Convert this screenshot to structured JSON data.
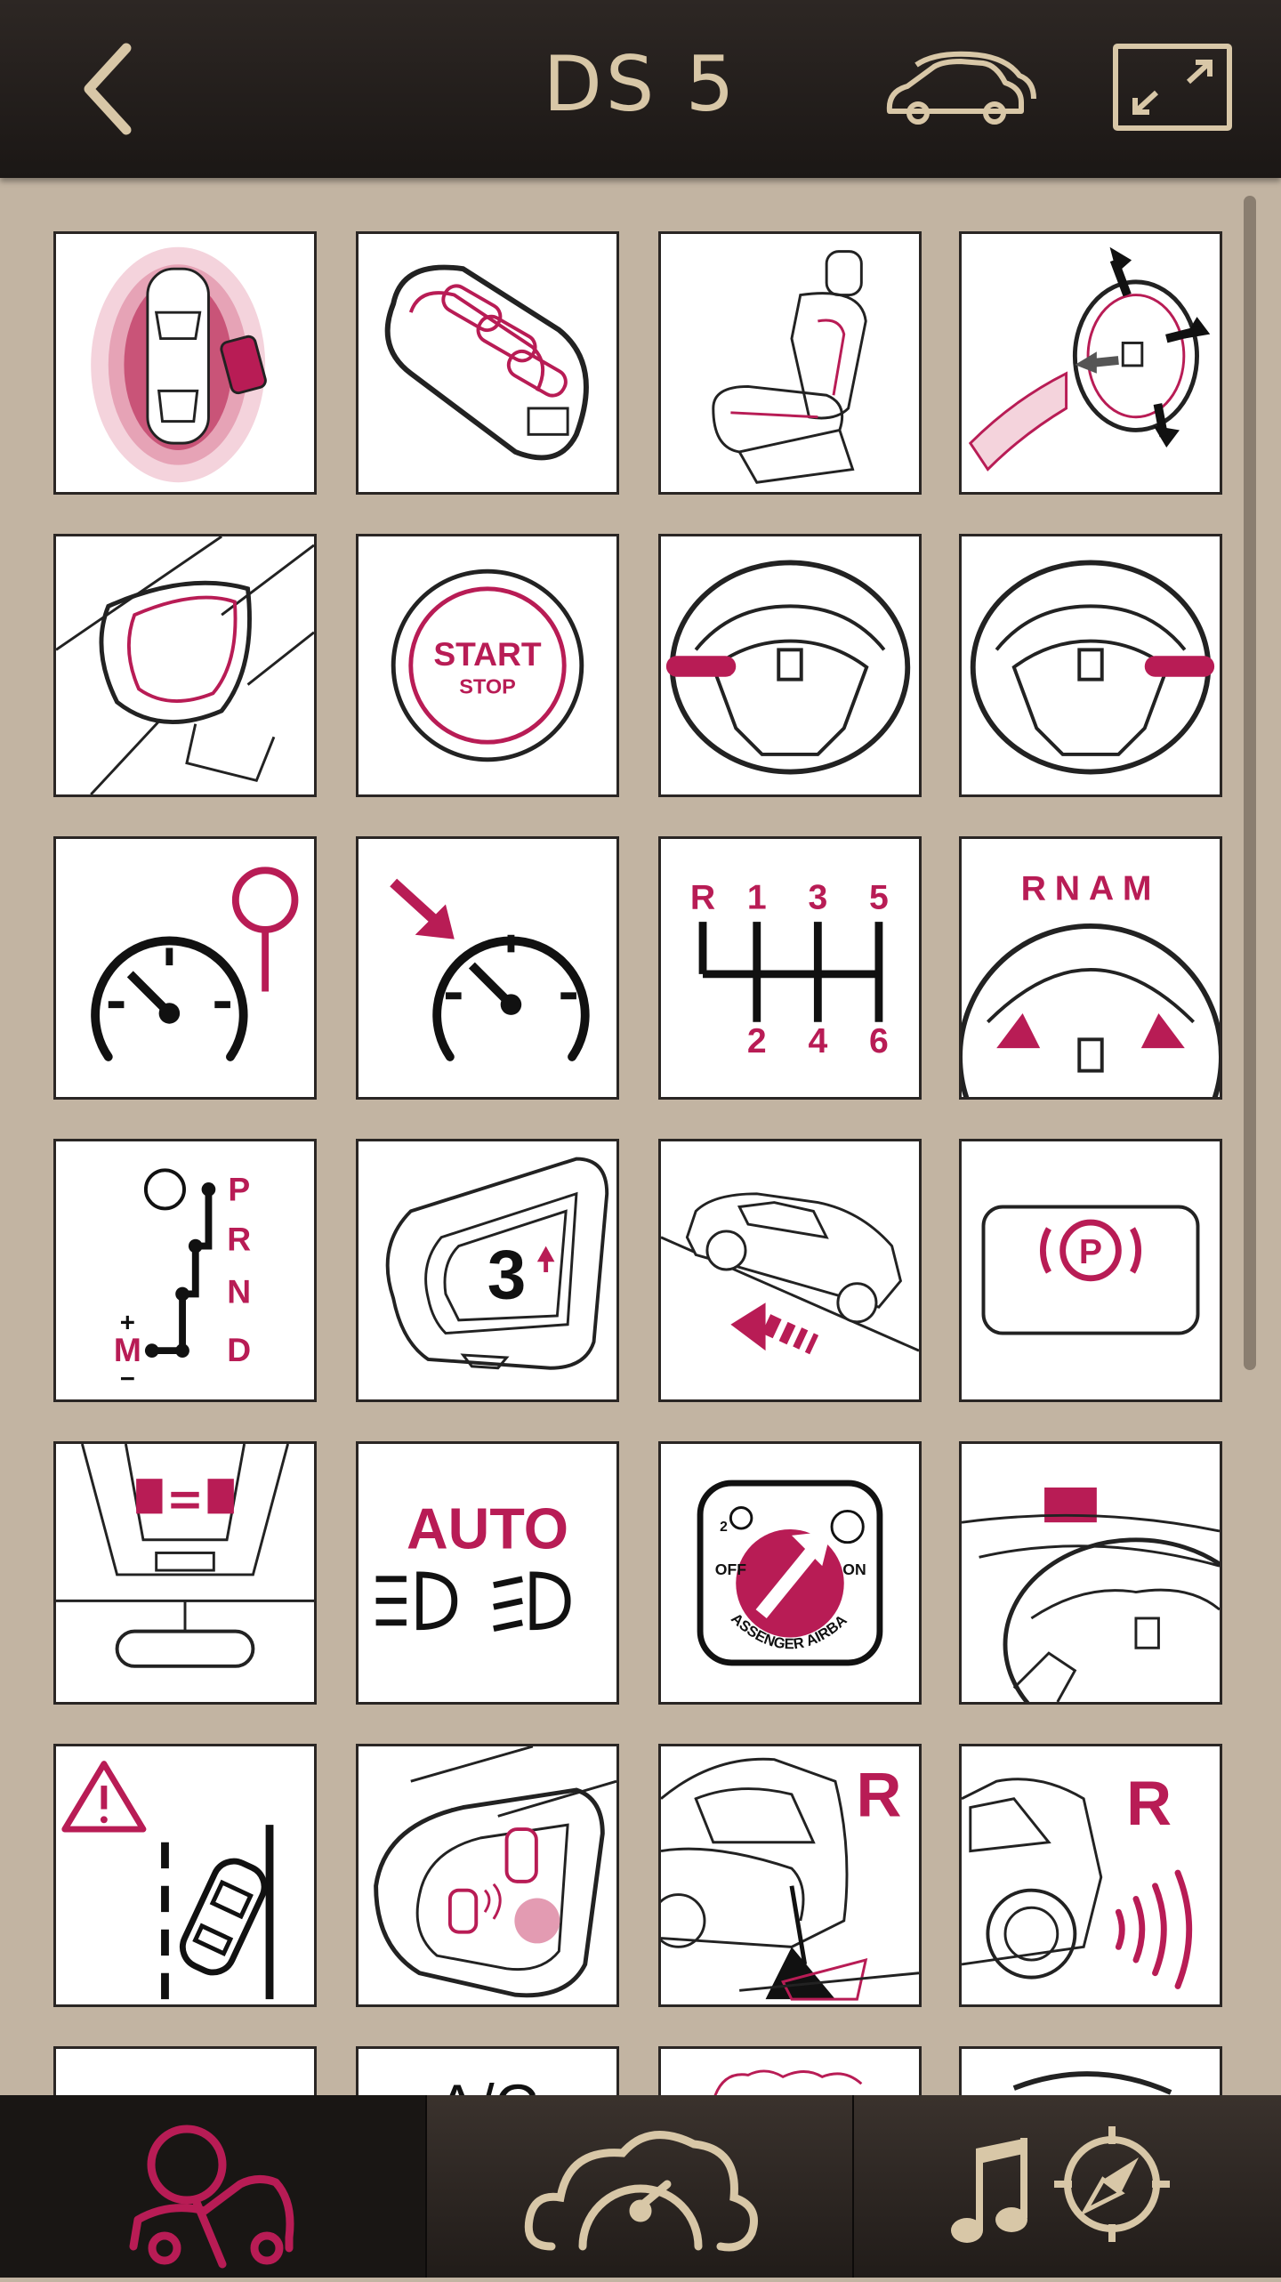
{
  "header": {
    "title": "DS 5",
    "back_icon": "chevron-left-icon",
    "car_models_icon": "car-models-icon",
    "fullscreen_icon": "expand-icon"
  },
  "tiles": [
    {
      "id": "keyless-zone",
      "icon": "keyless-access-zone-icon"
    },
    {
      "id": "remote-key",
      "icon": "remote-key-icon"
    },
    {
      "id": "front-seat",
      "icon": "front-seat-icon"
    },
    {
      "id": "steering-adjust",
      "icon": "steering-wheel-adjust-icon"
    },
    {
      "id": "door-mirror",
      "icon": "door-mirror-icon"
    },
    {
      "id": "start-stop",
      "icon": "start-stop-button-icon",
      "label1": "START",
      "label2": "STOP"
    },
    {
      "id": "wheel-left-paddle",
      "icon": "steering-wheel-left-control-icon"
    },
    {
      "id": "wheel-right-paddle",
      "icon": "steering-wheel-right-control-icon"
    },
    {
      "id": "speed-limiter",
      "icon": "speed-limiter-icon"
    },
    {
      "id": "cruise-control",
      "icon": "cruise-control-icon"
    },
    {
      "id": "manual-gearbox",
      "icon": "manual-gearbox-icon",
      "top": [
        "R",
        "1",
        "3",
        "5"
      ],
      "bottom": [
        "2",
        "4",
        "6"
      ]
    },
    {
      "id": "gearbox-paddles",
      "icon": "paddle-shift-icon",
      "label": "RNAM"
    },
    {
      "id": "auto-gearbox",
      "icon": "automatic-gearbox-icon",
      "gears": [
        "P",
        "R",
        "N",
        "D"
      ],
      "manual": "M",
      "plus": "+",
      "minus": "−"
    },
    {
      "id": "gear-indicator",
      "icon": "gear-shift-indicator-icon",
      "gear": "3"
    },
    {
      "id": "hill-start",
      "icon": "hill-start-assist-icon"
    },
    {
      "id": "parking-brake",
      "icon": "electric-parking-brake-icon",
      "label": "P"
    },
    {
      "id": "roof-console",
      "icon": "roof-console-icon"
    },
    {
      "id": "auto-lights",
      "icon": "automatic-headlights-icon",
      "label": "AUTO"
    },
    {
      "id": "passenger-airbag",
      "icon": "passenger-airbag-switch-icon",
      "label": "PASSENGER AIRBAG",
      "off": "OFF",
      "on": "ON",
      "seat": "2"
    },
    {
      "id": "head-up-display",
      "icon": "head-up-display-icon"
    },
    {
      "id": "lane-departure",
      "icon": "lane-departure-warning-icon"
    },
    {
      "id": "blind-spot",
      "icon": "blind-spot-monitoring-icon"
    },
    {
      "id": "reversing-camera",
      "icon": "reversing-camera-icon",
      "label": "R"
    },
    {
      "id": "rear-parking-sensors",
      "icon": "parking-sensors-icon",
      "label": "R"
    },
    {
      "id": "partial-1",
      "icon": "partial-tile-icon"
    },
    {
      "id": "air-con",
      "icon": "air-conditioning-icon",
      "label": "A/C"
    },
    {
      "id": "partial-3",
      "icon": "partial-tile-icon"
    },
    {
      "id": "partial-4",
      "icon": "partial-tile-icon"
    }
  ],
  "bottom_nav": [
    {
      "id": "vehicle",
      "icon": "vehicle-user-icon",
      "active": true
    },
    {
      "id": "driving",
      "icon": "cloud-dial-icon",
      "active": false
    },
    {
      "id": "multimedia",
      "icon": "music-navigation-icon",
      "active": false
    }
  ],
  "colors": {
    "accent": "#b81c55",
    "header_text": "#d8c7a7",
    "background": "#c2b4a2"
  }
}
